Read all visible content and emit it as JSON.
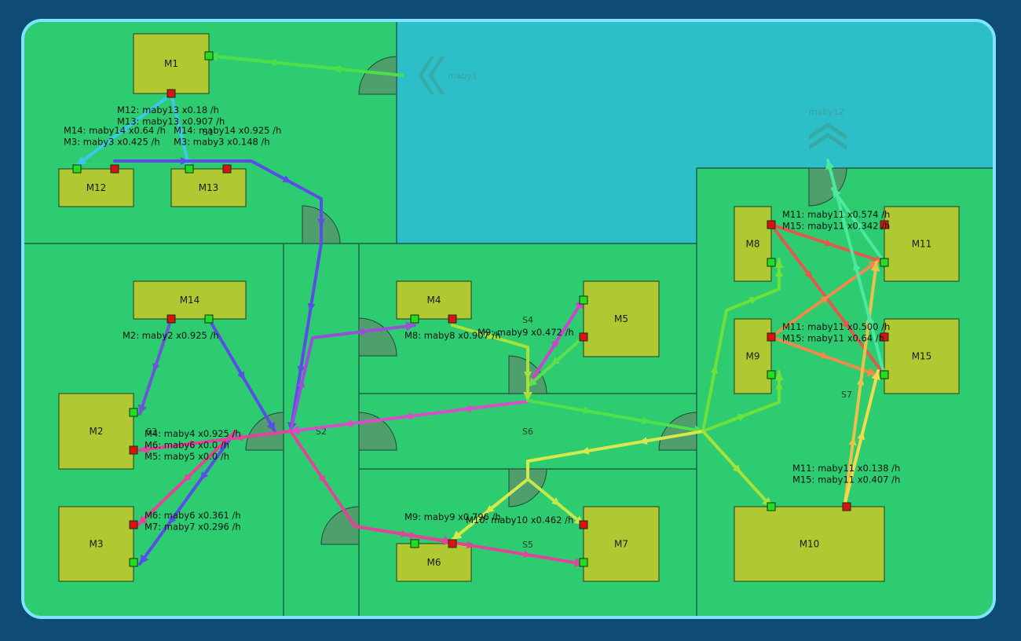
{
  "colors": {
    "background": "#0f4c75",
    "floor": "#2ecc71",
    "water": "#2dbfc8",
    "frame": "#7fe3ff",
    "machine": "#b0c832",
    "port_in": "#22dd22",
    "port_out": "#dd1111",
    "door": "#4f9f6d"
  },
  "zones": [
    {
      "id": "S1",
      "label": "S1"
    },
    {
      "id": "S2",
      "label": "S2"
    },
    {
      "id": "S3",
      "label": "S3"
    },
    {
      "id": "S4",
      "label": "S4"
    },
    {
      "id": "S5",
      "label": "S5"
    },
    {
      "id": "S6",
      "label": "S6"
    },
    {
      "id": "S7",
      "label": "S7"
    }
  ],
  "sources": [
    {
      "id": "maby1",
      "label": "maby1",
      "direction": "left"
    },
    {
      "id": "maby12",
      "label": "maby12",
      "direction": "up"
    }
  ],
  "machines": [
    {
      "id": "M1",
      "label": "M1"
    },
    {
      "id": "M2",
      "label": "M2"
    },
    {
      "id": "M3",
      "label": "M3"
    },
    {
      "id": "M4",
      "label": "M4"
    },
    {
      "id": "M5",
      "label": "M5"
    },
    {
      "id": "M6",
      "label": "M6"
    },
    {
      "id": "M7",
      "label": "M7"
    },
    {
      "id": "M8",
      "label": "M8"
    },
    {
      "id": "M9",
      "label": "M9"
    },
    {
      "id": "M10",
      "label": "M10"
    },
    {
      "id": "M11",
      "label": "M11"
    },
    {
      "id": "M12",
      "label": "M12"
    },
    {
      "id": "M13",
      "label": "M13"
    },
    {
      "id": "M14",
      "label": "M14"
    },
    {
      "id": "M15",
      "label": "M15"
    }
  ],
  "flow_labels": [
    {
      "id": "m1",
      "lines": [
        "M12: maby13 x0.18 /h",
        "M13: maby13 x0.907 /h"
      ]
    },
    {
      "id": "m12",
      "lines": [
        "M14: maby14 x0.64 /h",
        "M3: maby3 x0.425 /h"
      ]
    },
    {
      "id": "m13",
      "lines": [
        "M14: maby14 x0.925 /h",
        "M3: maby3 x0.148 /h"
      ]
    },
    {
      "id": "m14",
      "lines": [
        "M2: maby2 x0.925 /h"
      ]
    },
    {
      "id": "m4",
      "lines": [
        "M8: maby8 x0.907 /h"
      ]
    },
    {
      "id": "m5",
      "lines": [
        "M9: maby9 x0.472 /h"
      ]
    },
    {
      "id": "m2",
      "lines": [
        "M4: maby4 x0.925 /h",
        "M6: maby6 x0.0 /h",
        "M5: maby5 x0.0 /h"
      ]
    },
    {
      "id": "m3",
      "lines": [
        "M6: maby6 x0.361 /h",
        "M7: maby7 x0.296 /h"
      ]
    },
    {
      "id": "m6a",
      "lines": [
        "M9: maby9 x0.796 /h"
      ]
    },
    {
      "id": "m6b",
      "lines": [
        "M10: maby10 x0.462 /h"
      ]
    },
    {
      "id": "m8",
      "lines": [
        "M11: maby11 x0.574 /h",
        "M15: maby11 x0.342 /h"
      ]
    },
    {
      "id": "m9",
      "lines": [
        "M11: maby11 x0.500 /h",
        "M15: maby11 x0.64 /h"
      ]
    },
    {
      "id": "m10",
      "lines": [
        "M11: maby11 x0.138 /h",
        "M15: maby11 x0.407 /h"
      ]
    }
  ]
}
